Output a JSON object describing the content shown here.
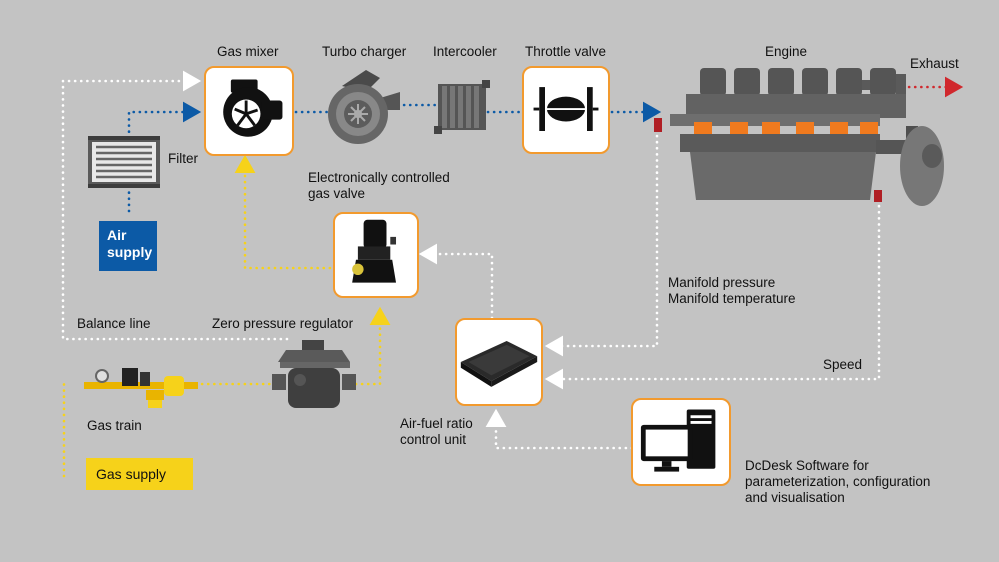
{
  "labels": {
    "gas_mixer": "Gas mixer",
    "turbo_charger": "Turbo charger",
    "intercooler": "Intercooler",
    "throttle_valve": "Throttle valve",
    "engine": "Engine",
    "exhaust": "Exhaust",
    "filter": "Filter",
    "air_supply": "Air supply",
    "gas_valve": "Electronically controlled gas valve",
    "balance_line": "Balance line",
    "zero_pressure_regulator": "Zero pressure regulator",
    "gas_train": "Gas train",
    "gas_supply": "Gas supply",
    "manifold": "Manifold pressure Manifold temperature",
    "speed": "Speed",
    "control_unit": "Air-fuel ratio control unit",
    "software": "DcDesk Software for parameterization, configuration and visualisation"
  },
  "colors": {
    "background": "#c3c3c3",
    "box_border": "#f29a2e",
    "air_line": "#0c5aa6",
    "gas_line": "#f6d21a",
    "signal_line": "#ffffff",
    "exhaust_line": "#d0282d",
    "air_supply_fill": "#0c5aa6",
    "gas_supply_fill": "#f6d21a",
    "engine_accent": "#f07a1e"
  }
}
